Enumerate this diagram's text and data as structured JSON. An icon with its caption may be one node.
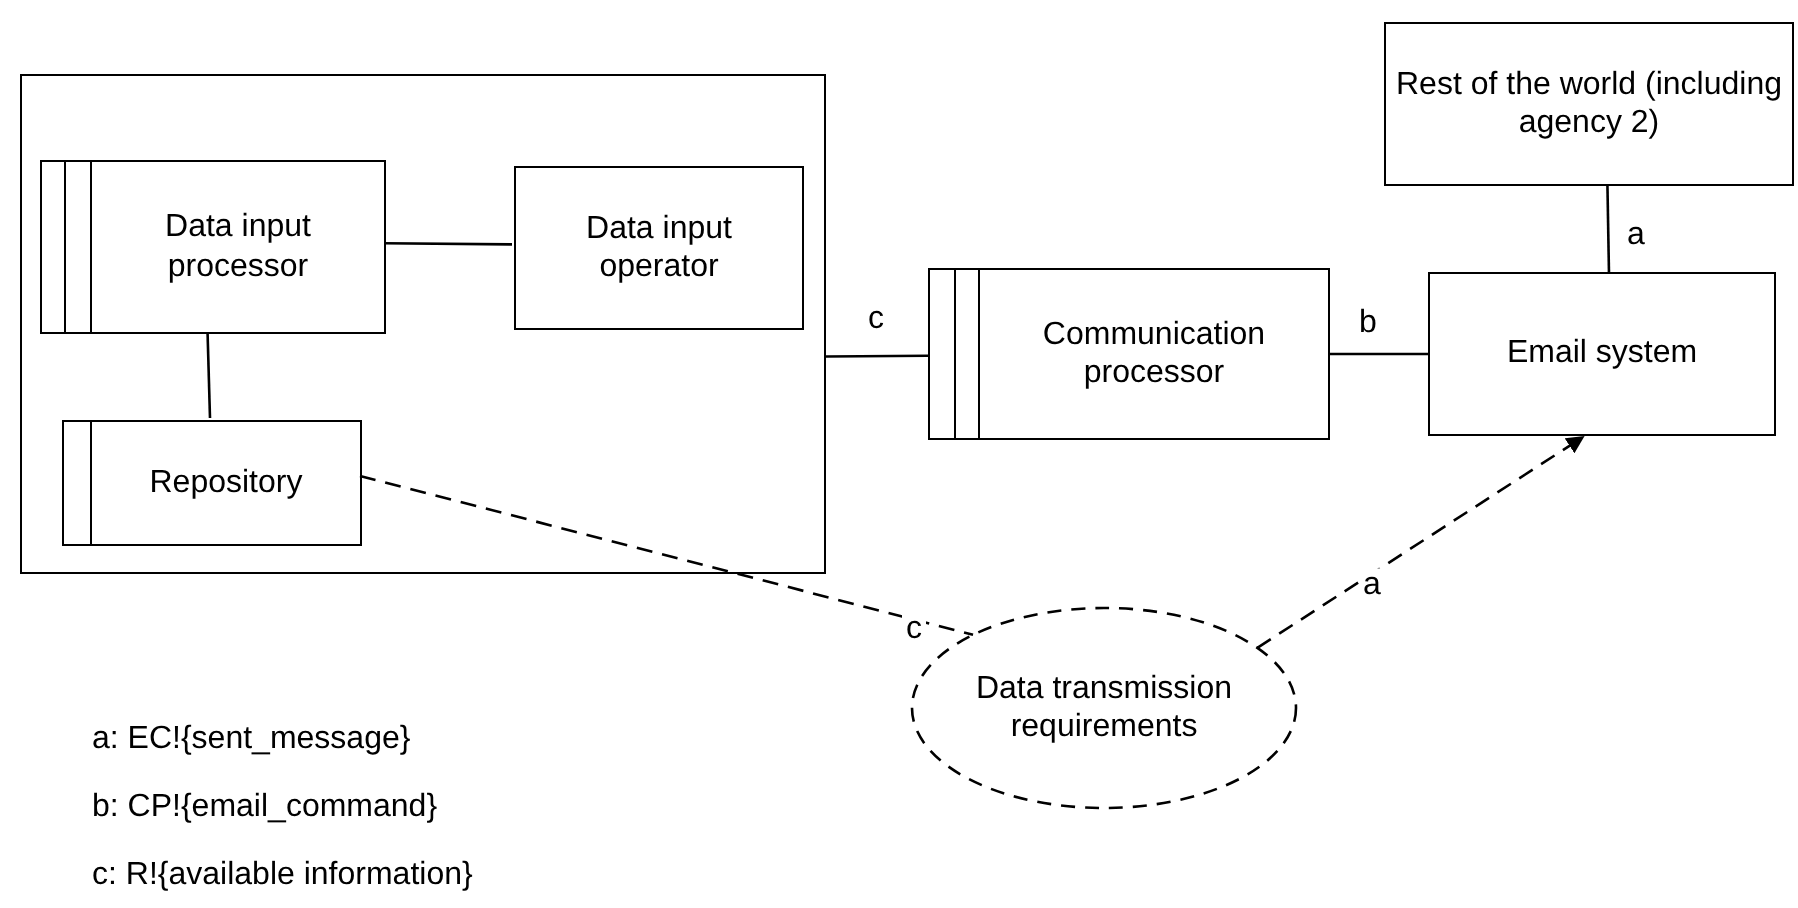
{
  "diagram": {
    "nodes": [
      {
        "text": [],
        "shape": "box"
      },
      {
        "text": [
          "Data input processor"
        ],
        "in": 0
      },
      {
        "text": [
          "Data input operator"
        ],
        "in": 0
      },
      {
        "text": [
          "Repository"
        ],
        "in": 0
      },
      {
        "text": [
          "Communication processor"
        ]
      },
      {
        "text": [
          "Rest of the world (including agency 2)"
        ]
      },
      {
        "text": [
          "Email system"
        ]
      },
      {
        "text": [
          "Data transmission requirements"
        ]
      }
    ],
    "edges": [
      {
        "from": 1,
        "to": 2,
        "arrow": "none"
      },
      {
        "from": 1,
        "to": 3,
        "arrow": "none"
      },
      {
        "from": 0,
        "to": 4,
        "arrow": "none",
        "label": "c"
      },
      {
        "from": 4,
        "to": 6,
        "arrow": "none",
        "label": "b"
      },
      {
        "from": 5,
        "to": 6,
        "arrow": "none",
        "label": "a"
      },
      {
        "from": 3,
        "to": 7,
        "arrow": "none",
        "label": "c",
        "style": "dashed"
      },
      {
        "from": 7,
        "to": 6,
        "arrow": "to",
        "label": "a",
        "style": "dashed"
      }
    ],
    "labels": [
      "a: EC!{sent_message}",
      "b: CP!{email_command}",
      "c: R!{available information}"
    ]
  }
}
